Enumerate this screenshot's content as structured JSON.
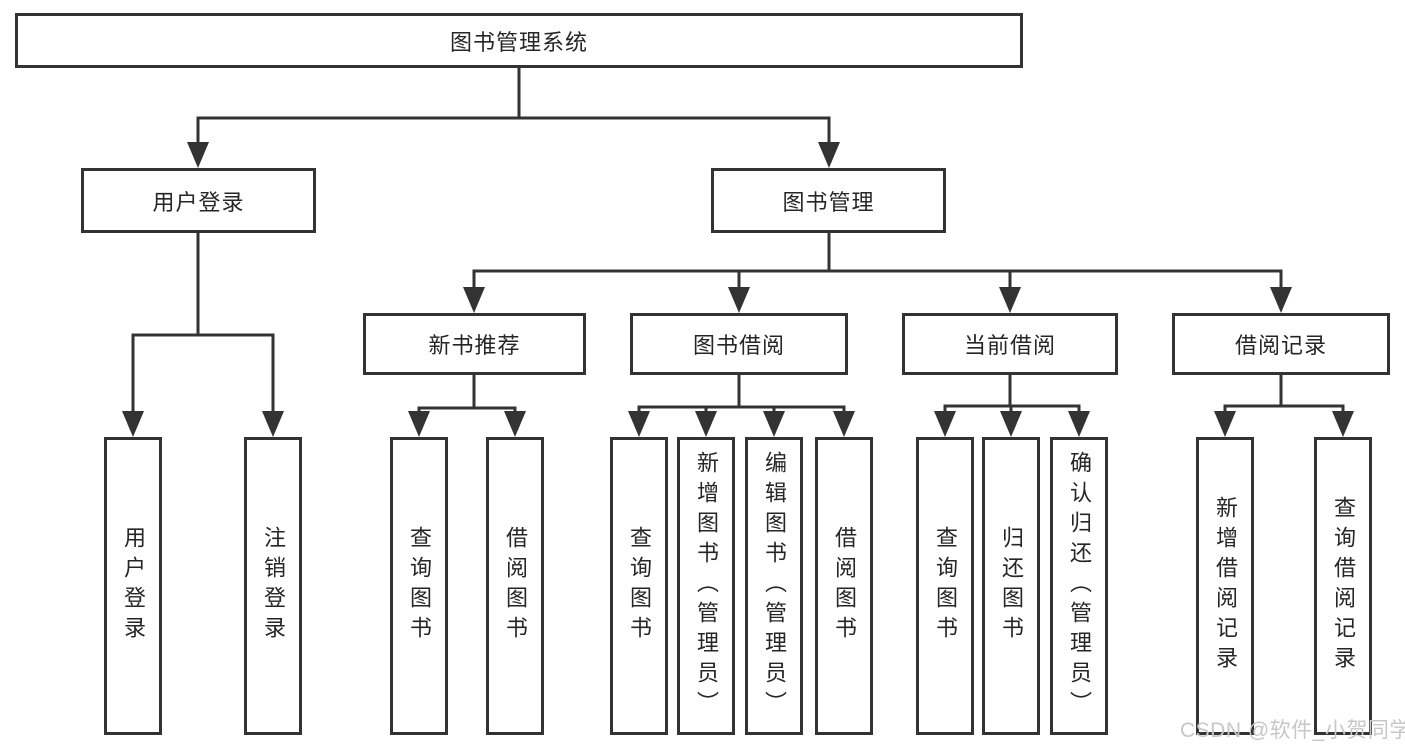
{
  "tree": {
    "root": {
      "label": "图书管理系统",
      "children": [
        {
          "label": "用户登录",
          "children": [
            {
              "label": "用户登录"
            },
            {
              "label": "注销登录"
            }
          ]
        },
        {
          "label": "图书管理",
          "children": [
            {
              "label": "新书推荐",
              "children": [
                {
                  "label": "查询图书"
                },
                {
                  "label": "借阅图书"
                }
              ]
            },
            {
              "label": "图书借阅",
              "children": [
                {
                  "label": "查询图书"
                },
                {
                  "label": "新增图书（管理员）"
                },
                {
                  "label": "编辑图书（管理员）"
                },
                {
                  "label": "借阅图书"
                }
              ]
            },
            {
              "label": "当前借阅",
              "children": [
                {
                  "label": "查询图书"
                },
                {
                  "label": "归还图书"
                },
                {
                  "label": "确认归还（管理员）"
                }
              ]
            },
            {
              "label": "借阅记录",
              "children": [
                {
                  "label": "新增借阅记录"
                },
                {
                  "label": "查询借阅记录"
                }
              ]
            }
          ]
        }
      ]
    }
  },
  "watermark": {
    "text": "CSDN @软件_小贺同学"
  },
  "colors": {
    "line": "#333333",
    "box_border": "#333333",
    "text": "#262626",
    "watermark": "#c7c7c7",
    "background": "#ffffff"
  }
}
